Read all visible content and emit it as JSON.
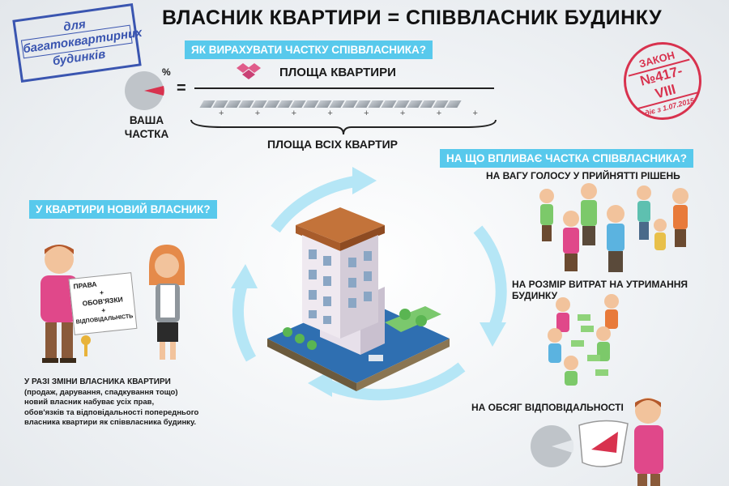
{
  "title": "ВЛАСНИК КВАРТИРИ = СПІВВЛАСНИК БУДИНКУ",
  "stamp_blue": {
    "line1": "для",
    "line2": "багатоквартирних",
    "line3": "будинків"
  },
  "stamp_red": {
    "line1": "ЗАКОН",
    "line2": "№417-VIII",
    "line3": "діє з 1.07.2015"
  },
  "formula": {
    "banner": "ЯК ВИРАХУВАТИ ЧАСТКУ СПІВВЛАСНИКА?",
    "percent_sign": "%",
    "equals": "=",
    "numerator": "ПЛОЩА КВАРТИРИ",
    "denominator": "ПЛОЩА ВСІХ КВАРТИР",
    "share_label_1": "ВАША",
    "share_label_2": "ЧАСТКА",
    "plus": "+"
  },
  "owner": {
    "banner": "У КВАРТИРИ НОВИЙ ВЛАСНИК?",
    "doc_line1": "ПРАВА",
    "doc_line2": "+",
    "doc_line3": "ОБОВ'ЯЗКИ",
    "doc_line4": "+",
    "doc_line5": "ВІДПОВІДАЛЬНІСТЬ",
    "text_line1": "У РАЗІ ЗМІНИ ВЛАСНИКА КВАРТИРИ",
    "text_line2": "(продаж, дарування, спадкування тощо)",
    "text_line3": "новий власник набуває усіх прав,",
    "text_line4": "обов'язків та відповідальності попереднього",
    "text_line5": "власника квартири як співвласника будинку."
  },
  "influence": {
    "banner": "НА ЩО ВПЛИВАЄ ЧАСТКА СПІВВЛАСНИКА?",
    "item1": "НА ВАГУ ГОЛОСУ У ПРИЙНЯТТІ РІШЕНЬ",
    "item2": "НА РОЗМІР ВИТРАТ НА УТРИМАННЯ БУДИНКУ",
    "item3": "НА ОБСЯГ ВІДПОВІДАЛЬНОСТІ"
  },
  "colors": {
    "accent": "#58c9ec",
    "red": "#d8324e",
    "blue_stamp": "#3a55b0",
    "pink": "#e05c8a"
  }
}
